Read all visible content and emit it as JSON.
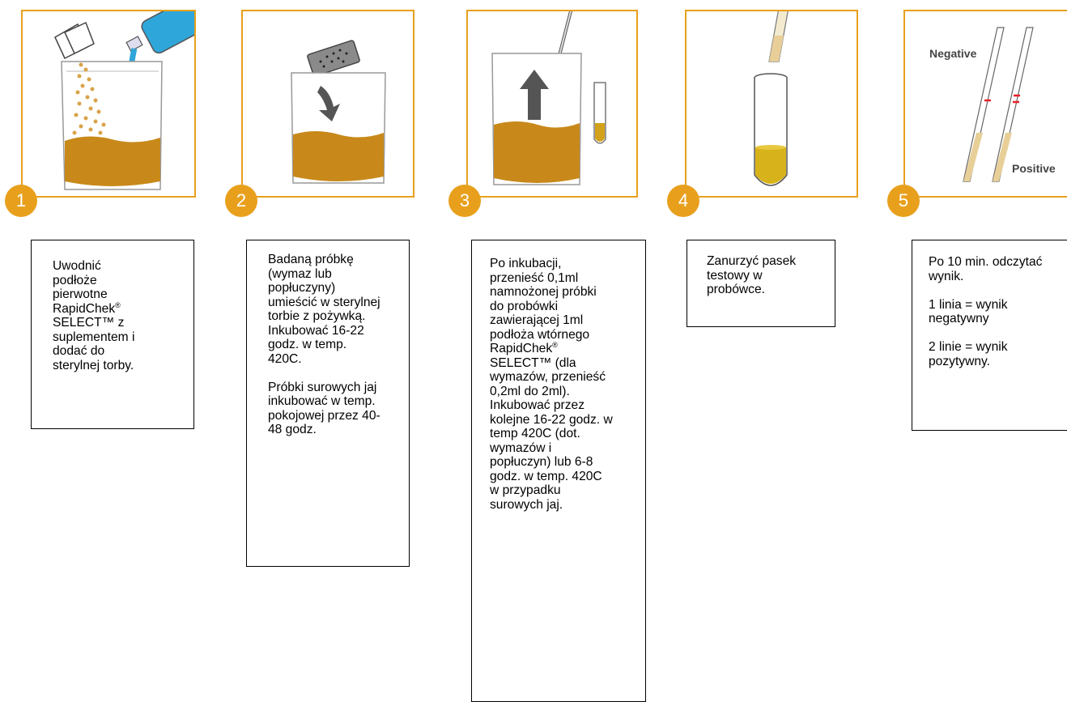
{
  "steps": [
    {
      "number": "1",
      "lines": [
        "Uwodnić podłoże pierwotne RapidChek® SELECT™ z suplementem i dodać do sterylnej torby."
      ]
    },
    {
      "number": "2",
      "lines": [
        "Badaną próbkę (wymaz lub popłuczyny) umieścić w sterylnej torbie z pożywką. Inkubować 16-22 godz. w temp. 420C.",
        "Próbki surowych jaj inkubować w temp. pokojowej przez 40-48 godz."
      ]
    },
    {
      "number": "3",
      "lines": [
        "Po inkubacji, przenieść 0,1ml namnożonej próbki do probówki zawierającej 1ml podłoża wtórnego RapidChek® SELECT™ (dla wymazów, przenieść 0,2ml do 2ml). Inkubować przez kolejne 16-22 godz. w temp 420C (dot. wymazów i popłuczyn) lub 6-8 godz. w temp. 420C w przypadku surowych jaj."
      ]
    },
    {
      "number": "4",
      "lines": [
        "Zanurzyć pasek testowy w probówce."
      ]
    },
    {
      "number": "5",
      "lines": [
        "Po 10 min. odczytać wynik.",
        "1 linia = wynik negatywny",
        "2 linie = wynik pozytywny."
      ]
    }
  ],
  "labels": {
    "negative": "Negative",
    "positive": "Positive"
  },
  "colors": {
    "accent": "#e8a01c",
    "liquid": "#c8891a",
    "water": "#2fa6d9",
    "red_line": "#e8202a"
  }
}
